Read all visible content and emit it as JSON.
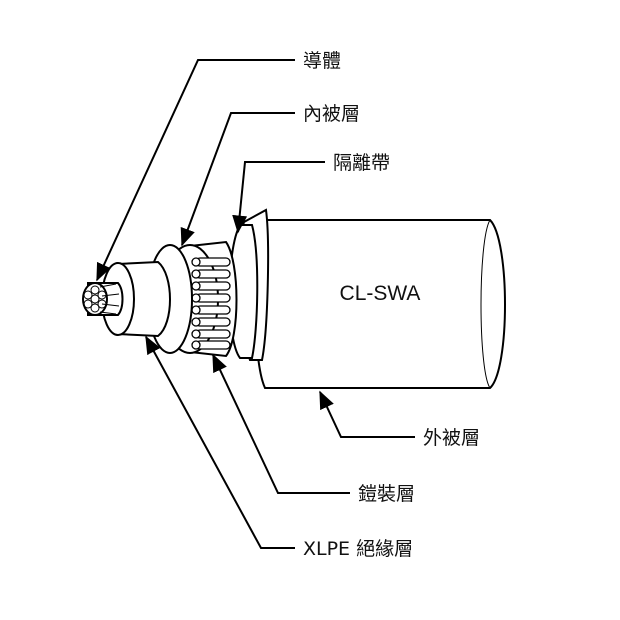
{
  "diagram": {
    "cable_name": "CL-SWA",
    "labels": {
      "conductor": "導體",
      "inner_sheath": "內被層",
      "separator_tape": "隔離帶",
      "outer_sheath": "外被層",
      "armour": "鎧裝層",
      "insulation": "XLPE 絕緣層"
    }
  }
}
